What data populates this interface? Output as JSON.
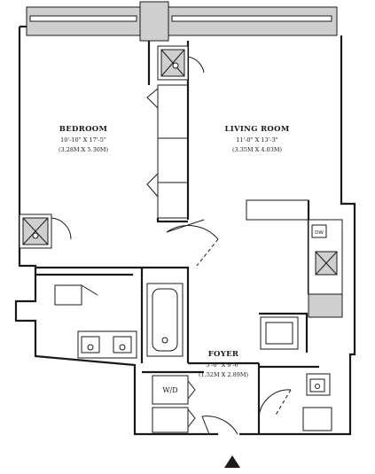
{
  "rooms": {
    "bedroom": {
      "name": "BEDROOM",
      "dim_imperial": "10'-10\" X 17'-5\"",
      "dim_metric": "(3.28M X 5.30M)"
    },
    "living_room": {
      "name": "LIVING ROOM",
      "dim_imperial": "11'-0\" X 13'-3\"",
      "dim_metric": "(3.35M X 4.03M)"
    },
    "foyer": {
      "name": "FOYER",
      "dim_imperial": "5'-0\" X 9'-6\"",
      "dim_metric": "(1.52M X 2.89M)"
    }
  },
  "fixtures": {
    "washer_dryer": "W/D",
    "kitchen_dw": "DW"
  },
  "icons": {
    "entry_marker": "entry-triangle-icon"
  }
}
